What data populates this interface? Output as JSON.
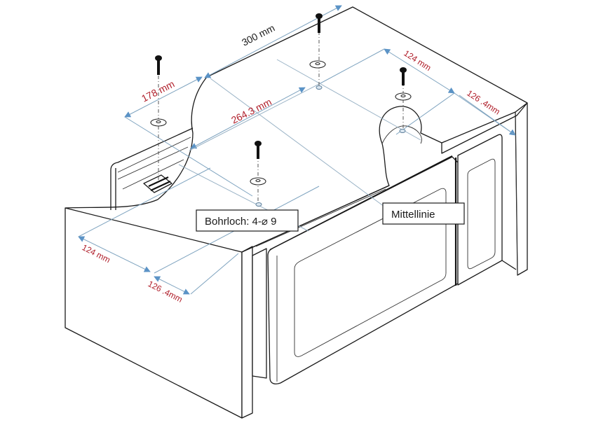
{
  "diagram": {
    "subject": "Microwave under-cabinet mounting template",
    "dimensions": {
      "overall_width": "300 mm",
      "side_offset": "178 mm",
      "hole_spacing_width": "264.3 mm",
      "rear_hole_depth": "124 mm",
      "rear_to_front_edge": "126 .4mm",
      "front_hole_depth": "124 mm",
      "front_to_front_edge": "126 .4mm"
    },
    "callouts": {
      "drill_hole": "Bohrloch: 4-⌀ 9",
      "center_line": "Mittellinie"
    },
    "colors": {
      "dimension_text": "#b01e2a",
      "dimension_line": "#7ea3bf",
      "arrowhead": "#5b93c6",
      "outline": "#1a1a1a"
    },
    "fasteners": [
      {
        "name": "screw-rear-left"
      },
      {
        "name": "screw-rear-right"
      },
      {
        "name": "screw-front-right"
      },
      {
        "name": "screw-front-center"
      }
    ]
  }
}
